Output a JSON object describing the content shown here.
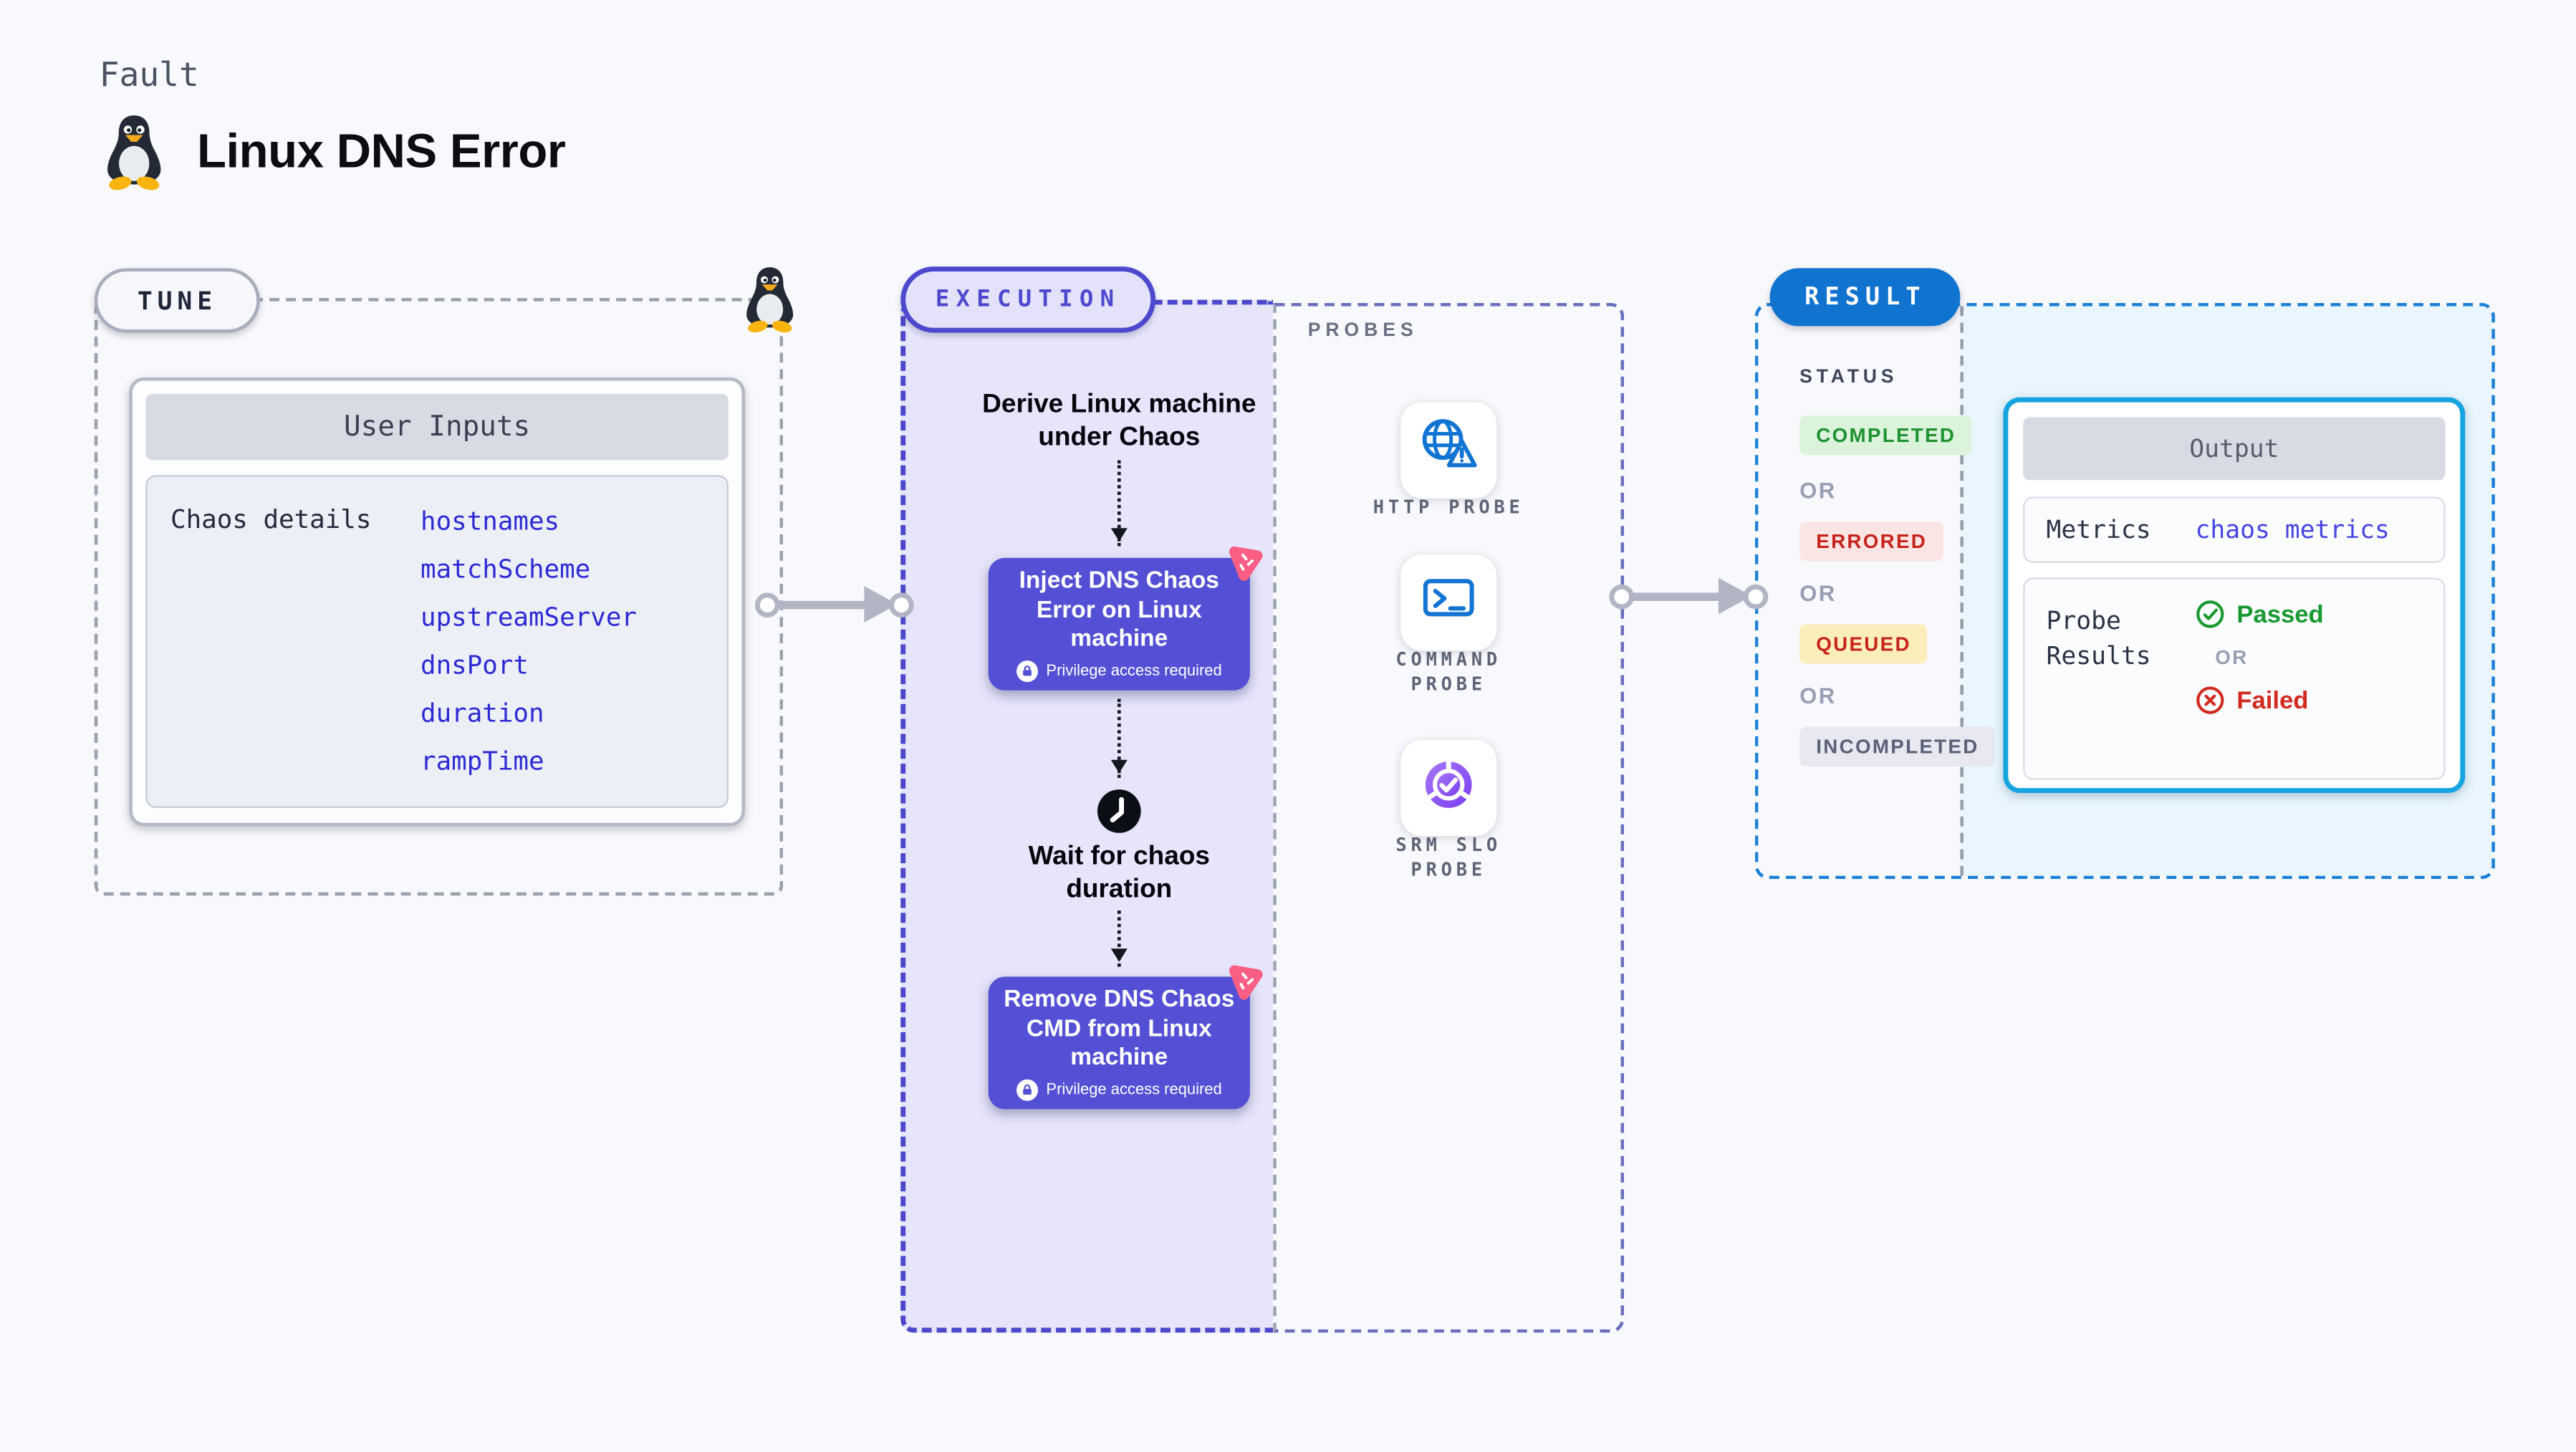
{
  "header": {
    "kicker": "Fault",
    "title": "Linux DNS Error"
  },
  "tune": {
    "label": "TUNE",
    "user_inputs_title": "User Inputs",
    "chaos_details_label": "Chaos details",
    "inputs": [
      "hostnames",
      "matchScheme",
      "upstreamServer",
      "dnsPort",
      "duration",
      "rampTime"
    ]
  },
  "execution": {
    "label": "EXECUTION",
    "derive": {
      "line1": "Derive Linux machine",
      "line2": "under Chaos"
    },
    "inject": {
      "line1": "Inject DNS Chaos",
      "line2": "Error on Linux",
      "line3": "machine",
      "privilege": "Privilege access required"
    },
    "wait": {
      "line1": "Wait for chaos",
      "line2": "duration"
    },
    "remove": {
      "line1": "Remove DNS Chaos",
      "line2": "CMD from Linux",
      "line3": "machine",
      "privilege": "Privilege access required"
    }
  },
  "probes": {
    "label": "PROBES",
    "items": [
      {
        "icon": "globe-warning-icon",
        "line1": "HTTP PROBE",
        "line2": ""
      },
      {
        "icon": "terminal-icon",
        "line1": "COMMAND",
        "line2": "PROBE"
      },
      {
        "icon": "slo-pie-check-icon",
        "line1": "SRM SLO",
        "line2": "PROBE"
      }
    ]
  },
  "result": {
    "label": "RESULT",
    "status_heading": "STATUS",
    "or_label": "OR",
    "statuses": [
      {
        "label": "COMPLETED",
        "bg": "#dcf3db",
        "color": "#1d9230"
      },
      {
        "label": "ERRORED",
        "bg": "#fbe5e4",
        "color": "#c6231b"
      },
      {
        "label": "QUEUED",
        "bg": "#fbeebc",
        "color": "#c6231b"
      },
      {
        "label": "INCOMPLETED",
        "bg": "#e7e8f0",
        "color": "#5a6078"
      }
    ],
    "output": {
      "title": "Output",
      "metrics_label": "Metrics",
      "metrics_value": "chaos metrics",
      "probe_results_line1": "Probe",
      "probe_results_line2": "Results",
      "passed_label": "Passed",
      "or_label": "OR",
      "failed_label": "Failed"
    }
  },
  "colors": {
    "page_bg": "#f8f9fc",
    "tune_border": "#9ba1ad",
    "execution_accent": "#4b48cb",
    "execution_fill": "#e6e5fb",
    "node_purple": "#5450d5",
    "chaos_pink": "#fb5e83",
    "probe_icon_blue": "#1274d3",
    "srm_purple": "#8b4ff2",
    "result_blue": "#1173d0",
    "result_fill": "#e9f6fd",
    "output_border": "#16a4e0",
    "link_blue": "#2b2bd5",
    "metrics_value_blue": "#4645e1",
    "passed_green": "#18992f",
    "failed_red": "#d22a1f"
  }
}
